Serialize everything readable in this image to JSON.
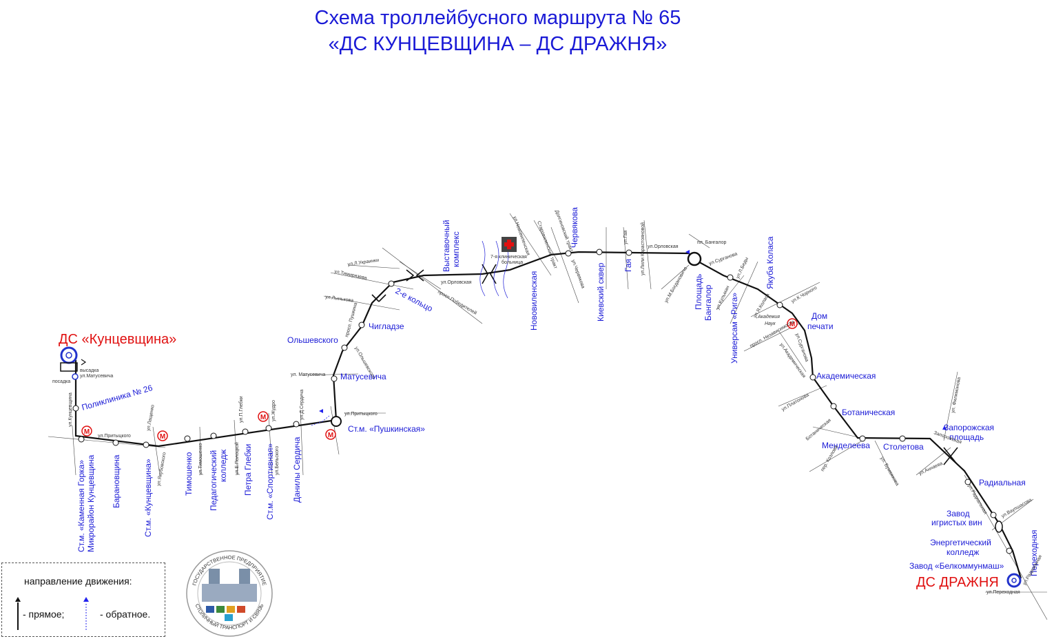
{
  "title_line1": "Схема троллейбусного маршрута № 65",
  "title_line2": "«ДС КУНЦЕВЩИНА – ДС ДРАЖНЯ»",
  "terminals": {
    "start": "ДС «Кунцевщина»",
    "end": "ДС ДРАЖНЯ"
  },
  "stops": {
    "kamennaya_gorka": "Ст.м. «Каменная Горка»",
    "mkr_kuntsevshchina": "Микрорайон Кунцевщина",
    "poliklinika": "Поликлиника № 26",
    "baranovshchina": "Барановщина",
    "st_kuntsevshchina": "Ст.м. «Кунцевщина»",
    "timoshenko": "Тимошенко",
    "ped_college_1": "Педагогический",
    "ped_college_2": "колледж",
    "petra_glebki": "Петра Глебки",
    "sportivnaya": "Ст.м. «Спортивная»",
    "danily_serdicha": "Данилы Сердича",
    "pushkinskaya": "Ст.м. «Пушкинская»",
    "matusevicha": "Матусевича",
    "olshevskogo": "Ольшевского",
    "chigladze": "Чигладзе",
    "koltso2": "2-е кольцо",
    "expo_1": "Выставочный",
    "expo_2": "комплекс",
    "novovilenskaya": "Нововиленская",
    "chervyakova": "Червякова",
    "kievsky_skver": "Киевский сквер",
    "gaya": "Гая",
    "bangalore_1": "Площадь",
    "bangalore_2": "Бангалор",
    "riga": "Универсам «Рига»",
    "yakuba_kolasa": "Якуба Коласа",
    "dom_pechati_1": "Дом",
    "dom_pechati_2": "печати",
    "akademicheskaya": "Академическая",
    "botanicheskaya": "Ботаническая",
    "mendeleeva": "Менделеева",
    "stoletova": "Столетова",
    "zaporozhskaya_1": "Запорожская",
    "zaporozhskaya_2": "площадь",
    "radialnaya": "Радиальная",
    "zavod_vin_1": "Завод",
    "zavod_vin_2": "игристых вин",
    "energo_1": "Энергетический",
    "energo_2": "колледж",
    "belkommunmash": "Завод «Белкоммунмаш»",
    "perekhodnaya": "Переходная"
  },
  "streets": {
    "matusevicha_top": "ул.Матусевича",
    "vysadka": "высадка",
    "posadka": "посадка",
    "kuntsevshchina": "ул.Кунцевщина",
    "pritytskogo_1": "ул.Притыцкого",
    "lashchenko": "ул.Лащенко",
    "yakubovskogo": "ул.Якубовского",
    "timoshenko": "ул.Тимошенко",
    "glebki": "ул.П.Глебки",
    "e_poloniy": "ул.Е.Полоцкой",
    "zhudro": "ул.Жудро",
    "belskogo": "ул.Бельского",
    "d_serdicha": "ул.Д.Сердича",
    "matusevicha_mid": "ул. Матусевича",
    "pritytskogo_2": "ул.Притыцкого",
    "olshevskogo": "ул.Ольшевского",
    "pushkina": "просп. Пушкина",
    "lynkova": "ул.Лынькова",
    "timiryazeva": "ул.Тимирязева",
    "ukrainki": "ул.Л.Украинки",
    "pobediteley": "просп.Победителей",
    "orlovskaya_1": "ул.Орловская",
    "hospital_1": "7-я клиническая",
    "hospital_2": "больница",
    "novovilenskaya": "ул.Нововиленская",
    "starovilensky": "Старовиленский тракт",
    "dolginovsky": "Долгиновский тракт",
    "chervyakova": "ул.Червякова",
    "gaya": "ул.Гая",
    "karastoyanovoy": "ул.Лили Карастояновой",
    "orlovskaya_2": "ул.Орловская",
    "pl_bangalor": "пл. Бангалор",
    "bogdanovicha": "ул.М.Богдановича",
    "surganova_1": "ул.Сурганова",
    "kulman": "ул.Кульман",
    "l_beda": "ул.Л.Беды",
    "k_chornogo": "ул.К.Чорного",
    "ya_kolasa": "ул.Я.Коласа",
    "academy_1": "Академия",
    "academy_2": "Наук",
    "nezavisimosti": "просп. Независимости",
    "surganova_2": "ул.Сурганова",
    "akademicheskaya": "ул.Академическая",
    "platonova": "ул.Платонова",
    "botanicheskaya": "Ботаническая",
    "kolasa_per": "пер. Козлова",
    "bumazhkova": "ул. Бумажкова",
    "filimonova": "ул. Филимонова",
    "zaporozhskaya": "Запорожская",
    "anninskaya": "ул.Аннаева",
    "radialnaya": "ул.Радиальная",
    "vaupshasova": "ул.Ваупшасова",
    "perekhodnaya": "ул.Переходная",
    "radialnaya_2": "ул.Радиальная"
  },
  "legend": {
    "title": "направление движения:",
    "forward": "- прямое;",
    "backward": "- обратное."
  },
  "logo": {
    "top": "ГОСУДАРСТВЕННОЕ ПРЕДПРИЯТИЕ",
    "bottom": "СТОЛИЧНЫЙ ТРАНСПОРТ И СВЯЗЬ"
  },
  "metro_symbol": "М",
  "colors": {
    "title": "#1a1ad6",
    "terminal": "#e01010",
    "route": "#111111",
    "stop_label": "#1a1ad6",
    "metro": "#e01010",
    "reverse": "#2222ee"
  },
  "icons": [
    "metro-icon",
    "terminal-ring-icon",
    "bridge-icon",
    "hospital-icon",
    "river-icon",
    "direction-arrow-icon"
  ]
}
